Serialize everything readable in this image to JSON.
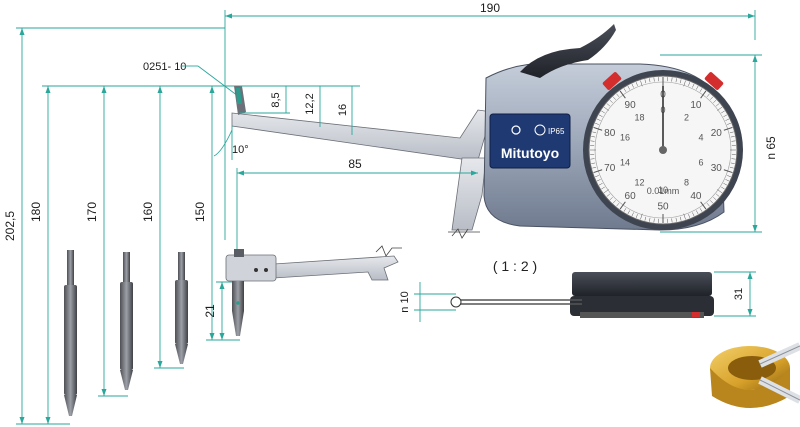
{
  "dimensions": {
    "total_length": "190",
    "height_65": "n 65",
    "part_number": "0251- 10",
    "tip_85": "8,5",
    "tip_122": "12,2",
    "tip_16": "16",
    "angle": "10°",
    "reach": "85",
    "h2025": "202,5",
    "h180": "180",
    "h170": "170",
    "h160": "160",
    "h150": "150",
    "h21": "21",
    "side_n10": "n 10",
    "side_31": "31"
  },
  "scale_label": "( 1 : 2 )",
  "brand": {
    "name": "Mitutoyo",
    "ip": "IP65"
  },
  "dial": {
    "unit": "0.01mm",
    "outer_numbers": [
      "0",
      "10",
      "20",
      "30",
      "40",
      "50",
      "60",
      "70",
      "80",
      "90"
    ],
    "inner_numbers": [
      "0",
      "2",
      "4",
      "6",
      "8",
      "10",
      "12",
      "14",
      "16",
      "18"
    ]
  },
  "colors": {
    "dimension_line": "#2aa79b",
    "body": "#9aa4b6",
    "label_plate": "#1f3a73",
    "marker": "#d32d2d",
    "brass": "#d7a12a"
  }
}
